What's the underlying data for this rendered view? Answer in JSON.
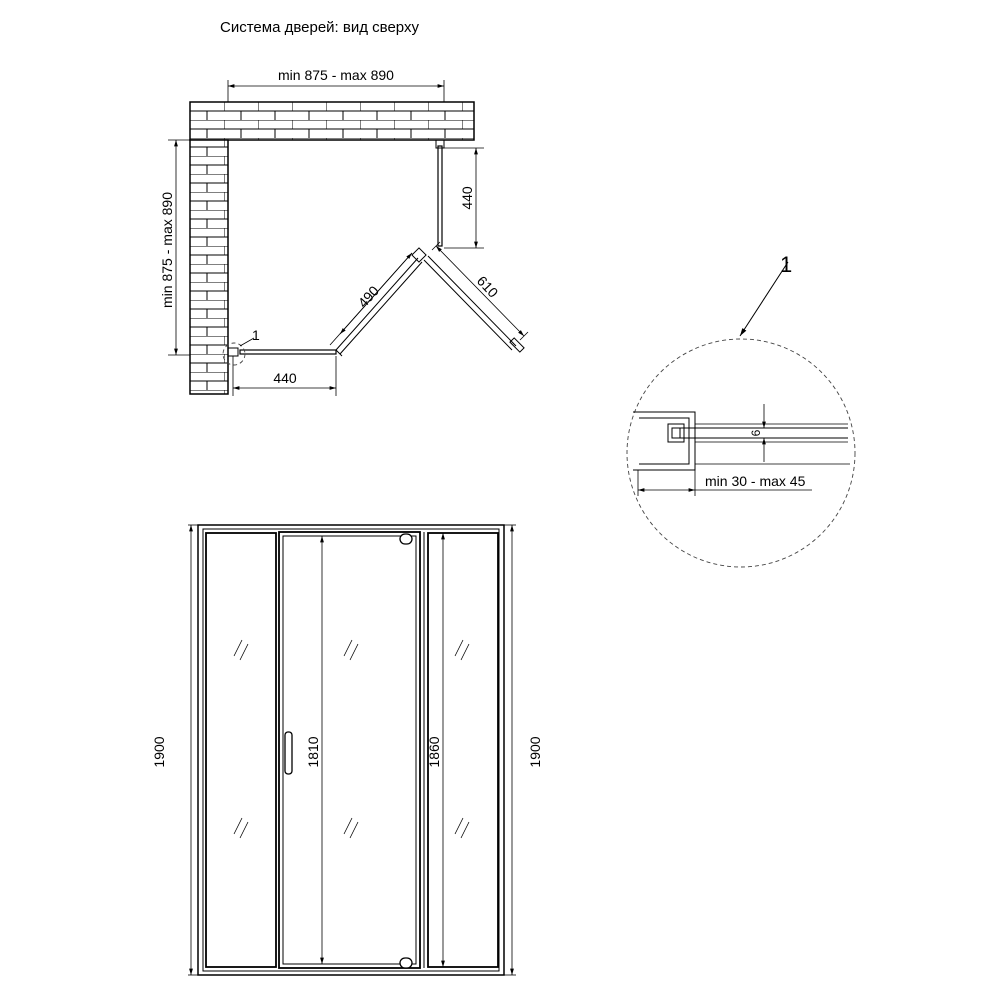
{
  "title": "Система дверей: вид сверху",
  "plan": {
    "width_label": "min 875 - max 890",
    "depth_label": "min 875 - max 890",
    "side_right_label": "440",
    "side_bottom_label": "440",
    "diag_fixed_label": "490",
    "door_label": "610",
    "callout_label": "1"
  },
  "detail": {
    "callout_label": "1",
    "glass_thickness_label": "6",
    "profile_range_label": "min 30 - max 45"
  },
  "front": {
    "height_left_label": "1900",
    "height_right_label": "1900",
    "door_height_label": "1810",
    "panel_height_label": "1860"
  }
}
